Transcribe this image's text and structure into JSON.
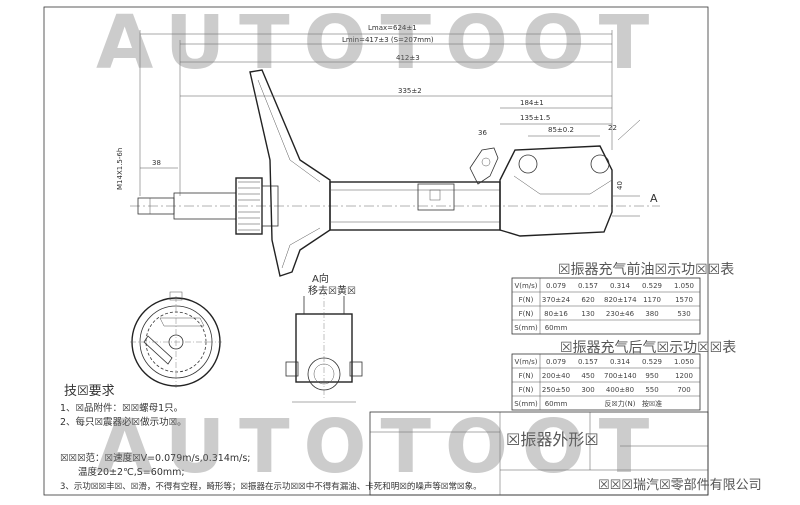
{
  "watermark": {
    "top": "AUTOTOOT",
    "bottom": "AUTOTOOT"
  },
  "dimensions": {
    "lmax": "Lmax=624±1",
    "lmin": "Lmin=417±3 (S=207mm)",
    "d412": "412±3",
    "d335": "335±2",
    "d184": "184±1",
    "d135": "135±1.5",
    "d85": "85±0.2",
    "d22": "22",
    "d36": "36",
    "d38": "38",
    "thread": "M14X1.5-6h",
    "d40": "40",
    "marker_a": "A"
  },
  "view_label": {
    "line1": "A向",
    "line2": "移去☒黄☒"
  },
  "table_front": {
    "title": "☒振器充气前油☒示功☒☒表",
    "rows": [
      [
        "V(m/s)",
        "0.079",
        "0.157",
        "0.314",
        "0.529",
        "1.050"
      ],
      [
        "F(N)",
        "370±24",
        "620",
        "820±174",
        "1170",
        "1570"
      ],
      [
        "F(N)",
        "80±16",
        "130",
        "230±46",
        "380",
        "530"
      ],
      [
        "S(mm)",
        "60mm",
        "",
        "",
        "",
        ""
      ]
    ]
  },
  "table_rear": {
    "title": "☒振器充气后气☒示功☒☒表",
    "rows": [
      [
        "V(m/s)",
        "0.079",
        "0.157",
        "0.314",
        "0.529",
        "1.050"
      ],
      [
        "F(N)",
        "200±40",
        "450",
        "700±140",
        "950",
        "1200"
      ],
      [
        "F(N)",
        "250±50",
        "300",
        "400±80",
        "550",
        "700"
      ],
      [
        "S(mm)",
        "60mm",
        "",
        "反☒力(N)",
        "按☒准",
        ""
      ]
    ]
  },
  "requirements": {
    "title": "技☒要求",
    "line1": "1、☒品附件：☒☒螺母1只。",
    "line2": "2、每只☒震器必☒做示功☒。",
    "line3": "☒☒☒范：☒速度☒V=0.079m/s,0.314m/s;",
    "line4": "温度20±2℃,S=60mm;",
    "line5": "3、示功☒☒丰☒、☒滑，不得有空程，畸形等；☒振器在示功☒☒中不得有漏油、卡死和明☒的噪声等☒常☒象。"
  },
  "title_block": {
    "part_name": "☒振器外形☒",
    "company": "☒☒☒瑞汽☒零部件有限公司"
  }
}
